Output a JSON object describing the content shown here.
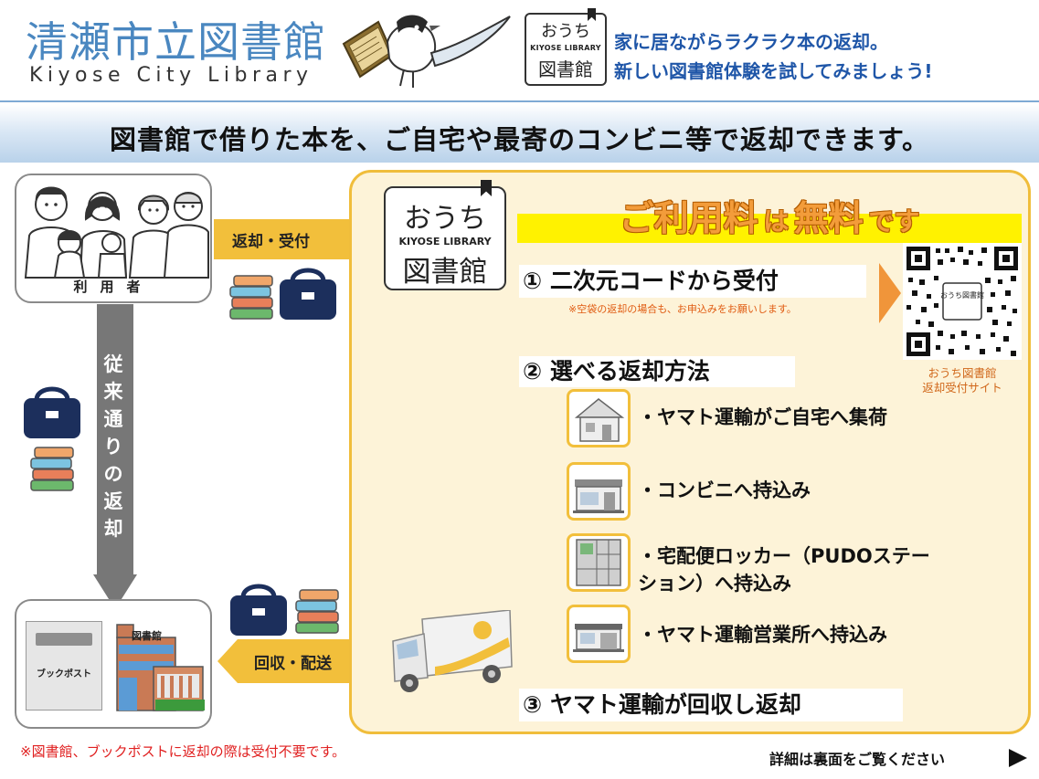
{
  "header": {
    "title": "清瀬市立図書館",
    "subtitle": "Kiyose City Library",
    "tagline_1": "家に居ながらラクラク本の返却。",
    "tagline_2": "新しい図書館体験を試してみましょう!",
    "ouchi_logo": {
      "top": "おうち",
      "middle": "KIYOSE LIBRARY",
      "bottom": "図書館"
    }
  },
  "banner": {
    "text": "図書館で借りた本を、ご自宅や最寄のコンビニ等で返却できます。"
  },
  "left": {
    "user_label": "利用者",
    "library_sign": "図書館",
    "bookpost_label": "ブックポスト",
    "vertical_text": [
      "従",
      "来",
      "通",
      "り",
      "の",
      "返",
      "却"
    ],
    "arrow_return_label": "返却・受付",
    "arrow_collect_label": "回収・配送"
  },
  "panel": {
    "fee": {
      "part1": "ご利用料",
      "part2": "は",
      "part3": "無料",
      "part4": "です"
    },
    "step1": "① 二次元コードから受付",
    "step1_note": "※空袋の返却の場合も、お申込みをお願いします。",
    "step2": "② 選べる返却方法",
    "step3": "③ ヤマト運輸が回収し返却",
    "qr_caption_1": "おうち図書館",
    "qr_caption_2": "返却受付サイト",
    "qr_center": "おうち図書館",
    "methods": [
      {
        "icon": "house-icon",
        "label": "・ヤマト運輸がご自宅へ集荷"
      },
      {
        "icon": "convenience-store-icon",
        "label": "・コンビニへ持込み"
      },
      {
        "icon": "locker-icon",
        "label_line1": "・宅配便ロッカー（PUDOステー",
        "label_line2": "ション）へ持込み"
      },
      {
        "icon": "yamato-office-icon",
        "label": "・ヤマト運輸営業所へ持込み"
      }
    ]
  },
  "footer": {
    "note": "※図書館、ブックポストに返却の際は受付不要です。",
    "more": "詳細は裏面をご覧ください"
  },
  "colors": {
    "brand_blue": "#4a87c0",
    "tagline_blue": "#1f56a8",
    "panel_bg": "#fdf3d8",
    "panel_border": "#f0bd3b",
    "arrow_yellow": "#f2bf3b",
    "fee_orange": "#f39c3a",
    "note_red": "#e02020"
  }
}
